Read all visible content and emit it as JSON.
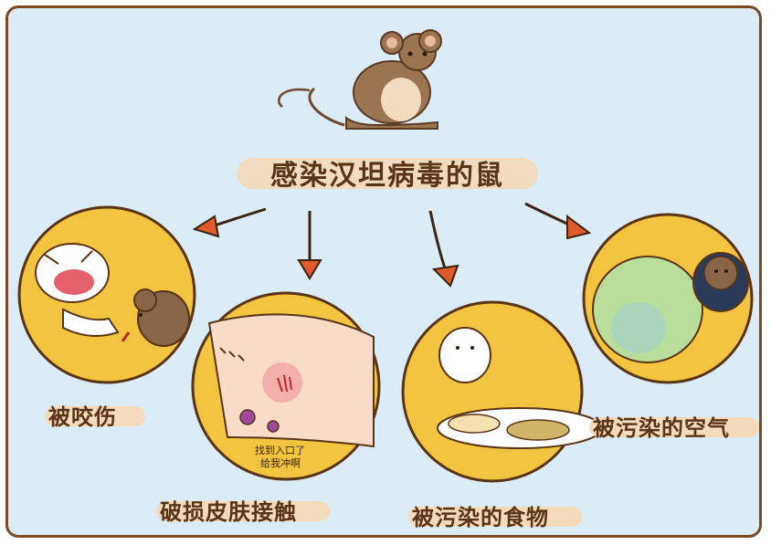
{
  "title": "感染汉坦病毒的鼠",
  "routes": [
    {
      "label": "被咬伤"
    },
    {
      "label": "破损皮肤接触"
    },
    {
      "label": "被污染的食物"
    },
    {
      "label": "被污染的空气"
    }
  ],
  "skin_note": {
    "line1": "找到入口了",
    "line2": "给我冲啊"
  },
  "colors": {
    "background": "#dcecf6",
    "frame_border": "#7a4a25",
    "circle_fill": "#f2c440",
    "arrow_head": "#e05a2a",
    "text": "#5a3416",
    "label_highlight": "#f6d9b6"
  }
}
